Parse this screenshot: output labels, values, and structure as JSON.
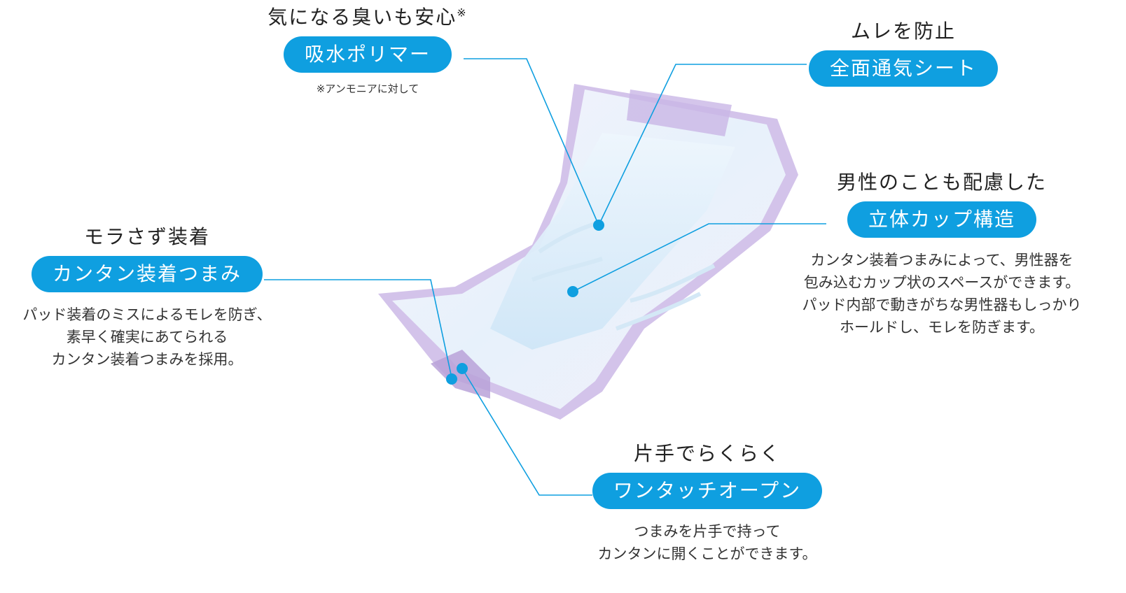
{
  "colors": {
    "accent": "#0f9fe0",
    "product_purple": "#b9a4d8",
    "product_blue": "#cfe6f7"
  },
  "features": {
    "polymer": {
      "heading": "気になる臭いも安心",
      "heading_mark": "※",
      "label": "吸水ポリマー",
      "note": "※アンモニアに対して"
    },
    "sheet": {
      "heading": "ムレを防止",
      "label": "全面通気シート"
    },
    "cup": {
      "heading": "男性のことも配慮した",
      "label": "立体カップ構造",
      "desc": [
        "カンタン装着つまみによって、男性器を",
        "包み込むカップ状のスペースができます。",
        "パッド内部で動きがちな男性器もしっかり",
        "ホールドし、モレを防ぎます。"
      ]
    },
    "tab": {
      "heading": "モラさず装着",
      "label": "カンタン装着つまみ",
      "desc": [
        "パッド装着のミスによるモレを防ぎ、",
        "素早く確実にあてられる",
        "カンタン装着つまみを採用。"
      ]
    },
    "open": {
      "heading": "片手でらくらく",
      "label": "ワンタッチオープン",
      "desc": [
        "つまみを片手で持って",
        "カンタンに開くことができます。"
      ]
    }
  }
}
